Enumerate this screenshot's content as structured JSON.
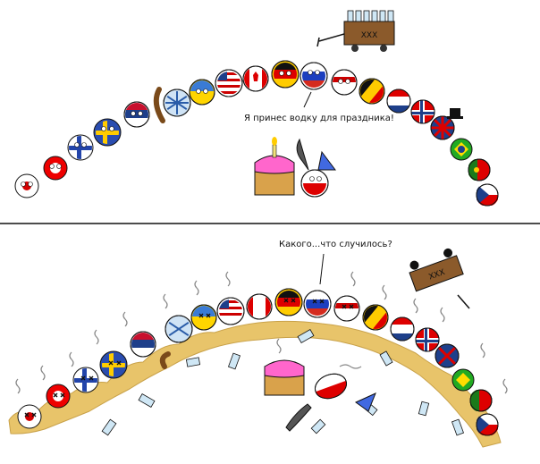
{
  "panels": [
    {
      "id": "top",
      "speech": "Я принес водку для праздника!"
    },
    {
      "id": "bottom",
      "speech": "Какого...что случилось?"
    }
  ],
  "cart_label": "XXX",
  "crate_label": "XXX",
  "colors": {
    "ink": "#111111",
    "cake": "#d9a24b",
    "frosting": "#ff66cc",
    "candle": "#f2e27a",
    "flame": "#ffcc00",
    "vodka": "#cfe7f5",
    "puddle": "#e8c46a",
    "wood": "#8b5a2b"
  },
  "icons": [
    "flag-ball-icon",
    "cake-icon",
    "vodka-bottle-icon",
    "cart-icon",
    "knife-icon",
    "party-hat-icon",
    "stink-lines-icon"
  ]
}
